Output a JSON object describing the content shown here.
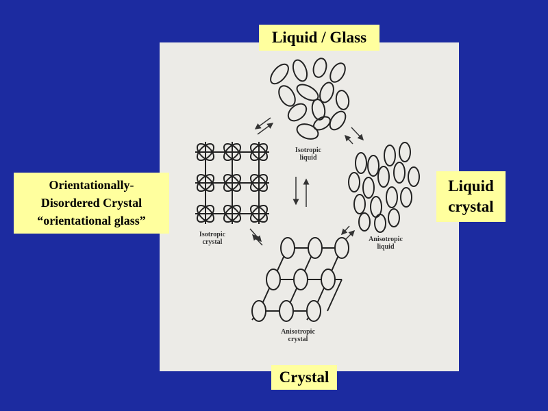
{
  "labels": {
    "top": "Liquid / Glass",
    "bottom": "Crystal",
    "right": [
      "Liquid",
      "crystal"
    ],
    "left": [
      "Orientationally-",
      "Disordered Crystal",
      "“orientational glass”"
    ]
  },
  "diagram": {
    "isotropic_liquid": [
      "Isotropic",
      "liquid"
    ],
    "anisotropic_liquid": [
      "Anisotropic",
      "liquid"
    ],
    "isotropic_crystal": [
      "Isotropic",
      "crystal"
    ],
    "anisotropic_crystal": [
      "Anisotropic",
      "crystal"
    ]
  },
  "colors": {
    "background": "#1c2ba0",
    "panel": "#ecebe7",
    "label_bg": "#ffff9e"
  }
}
